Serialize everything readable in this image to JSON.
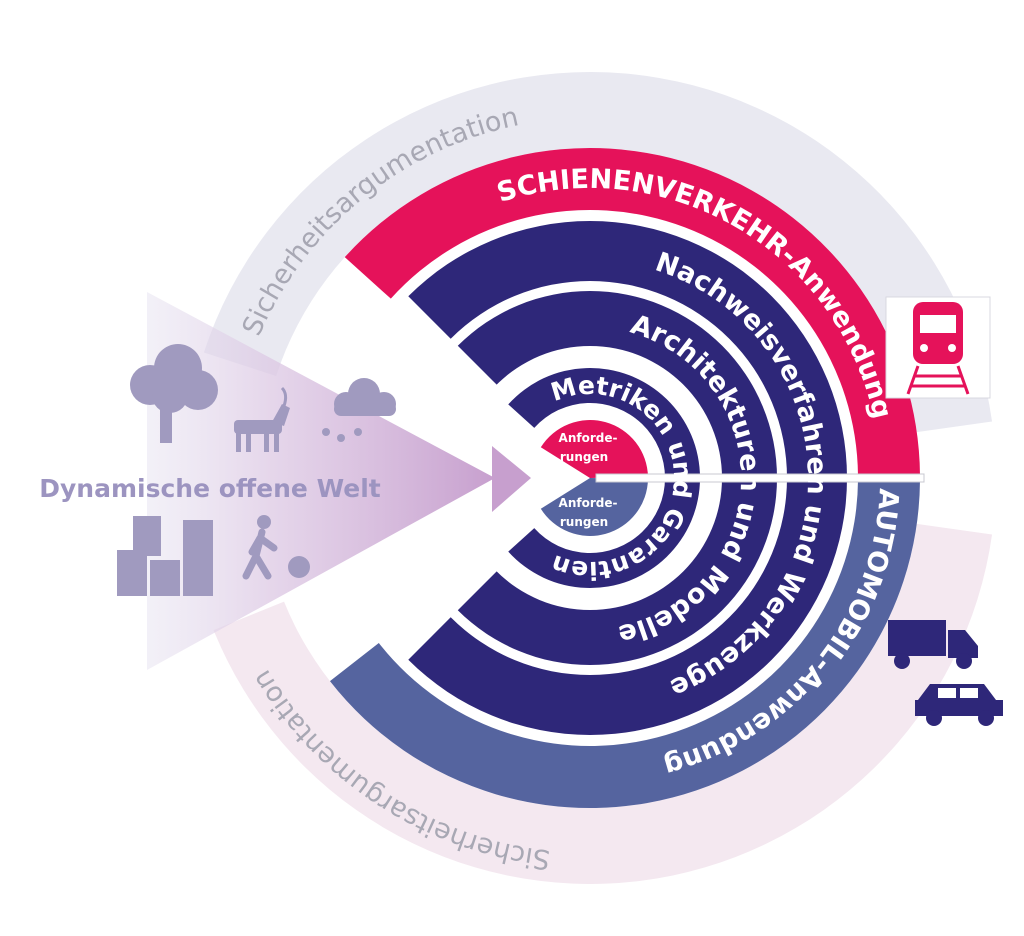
{
  "colors": {
    "rail": "#e5125a",
    "automotive": "#55649f",
    "navy": "#2e2779",
    "safety_top": "#e9e9f1",
    "safety_bottom": "#f4e8f0",
    "world_icons": "#a09abf",
    "world_wedge": "#c79fce"
  },
  "safety_top": "Sicherheitsargumentation",
  "safety_bottom": "Sicherheitsargumentation",
  "rail_ring": "SCHIENENVERKEHR-Anwendung",
  "auto_ring": "AUTOMOBIL-Anwendung",
  "ring_verification": "Nachweisverfahren und Werkzeuge",
  "ring_architectures": "Architekturen und Modelle",
  "ring_metrics": "Metriken und Garantien",
  "core_rail": {
    "line1": "Anforde-",
    "line2": "rungen"
  },
  "core_auto": {
    "line1": "Anforde-",
    "line2": "rungen"
  },
  "world": {
    "title": "Dynamische offene Welt",
    "icons": [
      "tree-icon",
      "deer-icon",
      "rain-cloud-icon",
      "buildings-icon",
      "pedestrian-icon",
      "ball-icon"
    ]
  },
  "vehicle_icons": [
    "train-icon",
    "truck-icon",
    "car-icon"
  ]
}
